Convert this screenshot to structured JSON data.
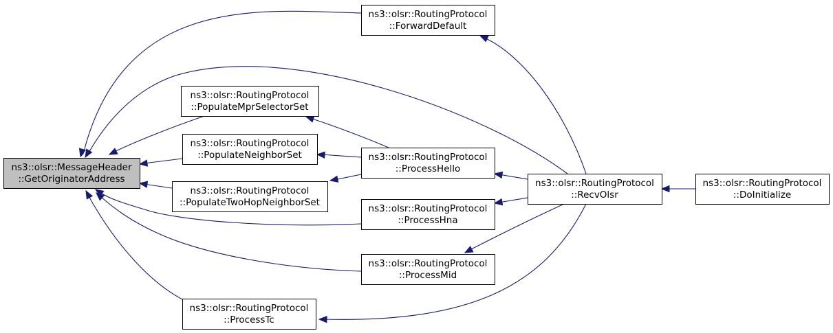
{
  "graph": {
    "nodes": [
      {
        "id": "get_originator",
        "line1": "ns3::olsr::MessageHeader",
        "line2": "::GetOriginatorAddress",
        "highlight": true
      },
      {
        "id": "forward_default",
        "line1": "ns3::olsr::RoutingProtocol",
        "line2": "::ForwardDefault"
      },
      {
        "id": "populate_mpr",
        "line1": "ns3::olsr::RoutingProtocol",
        "line2": "::PopulateMprSelectorSet"
      },
      {
        "id": "populate_neighbor",
        "line1": "ns3::olsr::RoutingProtocol",
        "line2": "::PopulateNeighborSet"
      },
      {
        "id": "populate_twohop",
        "line1": "ns3::olsr::RoutingProtocol",
        "line2": "::PopulateTwoHopNeighborSet"
      },
      {
        "id": "process_hello",
        "line1": "ns3::olsr::RoutingProtocol",
        "line2": "::ProcessHello"
      },
      {
        "id": "process_hna",
        "line1": "ns3::olsr::RoutingProtocol",
        "line2": "::ProcessHna"
      },
      {
        "id": "process_mid",
        "line1": "ns3::olsr::RoutingProtocol",
        "line2": "::ProcessMid"
      },
      {
        "id": "process_tc",
        "line1": "ns3::olsr::RoutingProtocol",
        "line2": "::ProcessTc"
      },
      {
        "id": "recv_olsr",
        "line1": "ns3::olsr::RoutingProtocol",
        "line2": "::RecvOlsr"
      },
      {
        "id": "do_initialize",
        "line1": "ns3::olsr::RoutingProtocol",
        "line2": "::DoInitialize"
      }
    ],
    "edges": [
      {
        "from": "forward_default",
        "to": "get_originator"
      },
      {
        "from": "recv_olsr",
        "to": "get_originator"
      },
      {
        "from": "populate_mpr",
        "to": "get_originator"
      },
      {
        "from": "populate_neighbor",
        "to": "get_originator"
      },
      {
        "from": "populate_twohop",
        "to": "get_originator"
      },
      {
        "from": "process_hna",
        "to": "get_originator"
      },
      {
        "from": "process_mid",
        "to": "get_originator"
      },
      {
        "from": "process_tc",
        "to": "get_originator"
      },
      {
        "from": "process_hello",
        "to": "populate_mpr"
      },
      {
        "from": "process_hello",
        "to": "populate_neighbor"
      },
      {
        "from": "process_hello",
        "to": "populate_twohop"
      },
      {
        "from": "recv_olsr",
        "to": "forward_default"
      },
      {
        "from": "recv_olsr",
        "to": "process_hello"
      },
      {
        "from": "recv_olsr",
        "to": "process_hna"
      },
      {
        "from": "recv_olsr",
        "to": "process_mid"
      },
      {
        "from": "recv_olsr",
        "to": "process_tc"
      },
      {
        "from": "do_initialize",
        "to": "recv_olsr"
      }
    ]
  }
}
